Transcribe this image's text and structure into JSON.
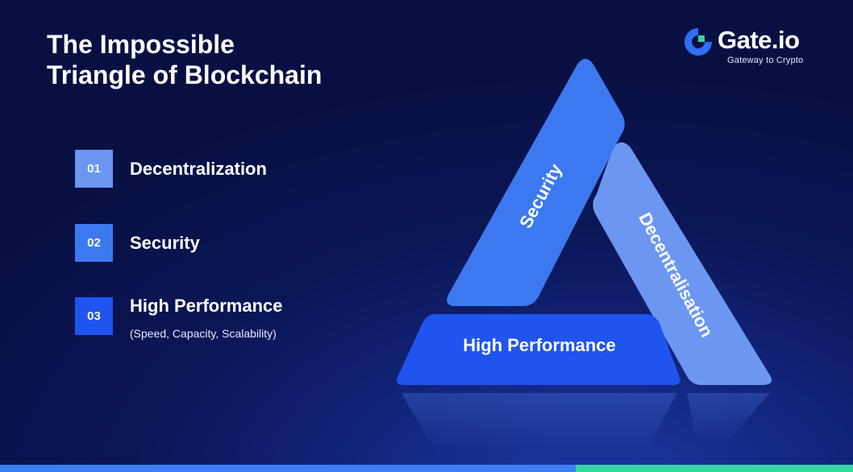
{
  "slide": {
    "title_line1": "The Impossible",
    "title_line2": "Triangle of Blockchain"
  },
  "logo": {
    "brand": "Gate.io",
    "tagline": "Gateway to Crypto",
    "icon": "gate-logo-icon"
  },
  "list": [
    {
      "number": "01",
      "label": "Decentralization",
      "sub": ""
    },
    {
      "number": "02",
      "label": "Security",
      "sub": ""
    },
    {
      "number": "03",
      "label": "High Performance",
      "sub": "(Speed, Capacity, Scalability)"
    }
  ],
  "triangle": {
    "left_side": "Security",
    "right_side": "Decentralisation",
    "base": "High Performance"
  },
  "colors": {
    "background": "#0b1656",
    "security": "#3c79f0",
    "decentralisation": "#6b97f2",
    "high_performance": "#1f55ee",
    "accent_green": "#35d6a4"
  }
}
